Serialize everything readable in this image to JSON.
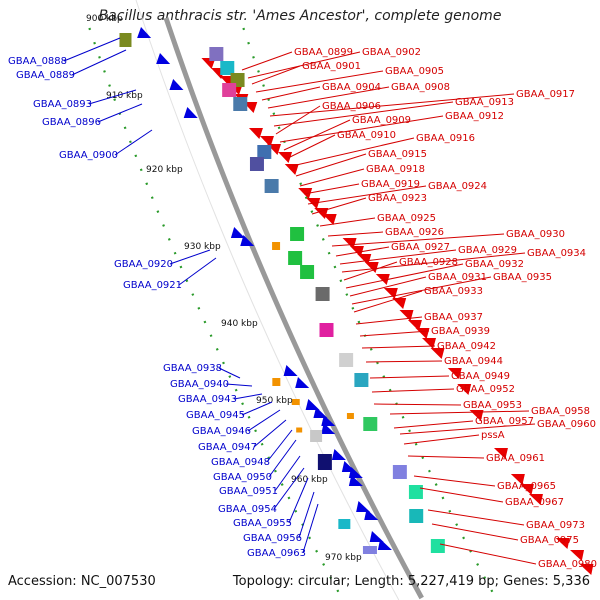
{
  "title": "Bacillus anthracis str. 'Ames Ancestor', complete genome",
  "footer": {
    "accession": "Accession: NC_007530",
    "topology": "Topology: circular; Length: 5,227,419 bp; Genes: 5,336"
  },
  "colors": {
    "forward_label": "#d40000",
    "reverse_label": "#0000cc",
    "backbone": "#999999",
    "kbp_marker": "#2a9a2a",
    "forward_arrow": "#e80000",
    "reverse_arrow": "#0000e0"
  },
  "kbp_ticks": [
    "900 kbp",
    "910 kbp",
    "920 kbp",
    "930 kbp",
    "940 kbp",
    "950 kbp",
    "960 kbp",
    "970 kbp"
  ],
  "reverse_genes": [
    "GBAA_0888",
    "GBAA_0889",
    "GBAA_0893",
    "GBAA_0896",
    "GBAA_0900",
    "GBAA_0920",
    "GBAA_0921",
    "GBAA_0938",
    "GBAA_0940",
    "GBAA_0943",
    "GBAA_0945",
    "GBAA_0946",
    "GBAA_0947",
    "GBAA_0948",
    "GBAA_0950",
    "GBAA_0951",
    "GBAA_0954",
    "GBAA_0955",
    "GBAA_0956",
    "GBAA_0963"
  ],
  "forward_genes": [
    "GBAA_0899",
    "GBAA_0902",
    "GBAA_0901",
    "GBAA_0905",
    "GBAA_0904",
    "GBAA_0908",
    "GBAA_0917",
    "GBAA_0913",
    "GBAA_0906",
    "GBAA_0912",
    "GBAA_0909",
    "GBAA_0910",
    "GBAA_0916",
    "GBAA_0915",
    "GBAA_0918",
    "GBAA_0919",
    "GBAA_0924",
    "GBAA_0923",
    "GBAA_0925",
    "GBAA_0926",
    "GBAA_0930",
    "GBAA_0927",
    "GBAA_0929",
    "GBAA_0934",
    "GBAA_0928",
    "GBAA_0932",
    "GBAA_0931",
    "GBAA_0935",
    "GBAA_0933",
    "GBAA_0937",
    "GBAA_0939",
    "GBAA_0942",
    "GBAA_0944",
    "GBAA_0949",
    "GBAA_0952",
    "GBAA_0953",
    "GBAA_0958",
    "GBAA_0957",
    "GBAA_0960",
    "pssA",
    "GBAA_0961",
    "GBAA_0965",
    "GBAA_0967",
    "GBAA_0973",
    "GBAA_0975",
    "GBAA_0980"
  ]
}
